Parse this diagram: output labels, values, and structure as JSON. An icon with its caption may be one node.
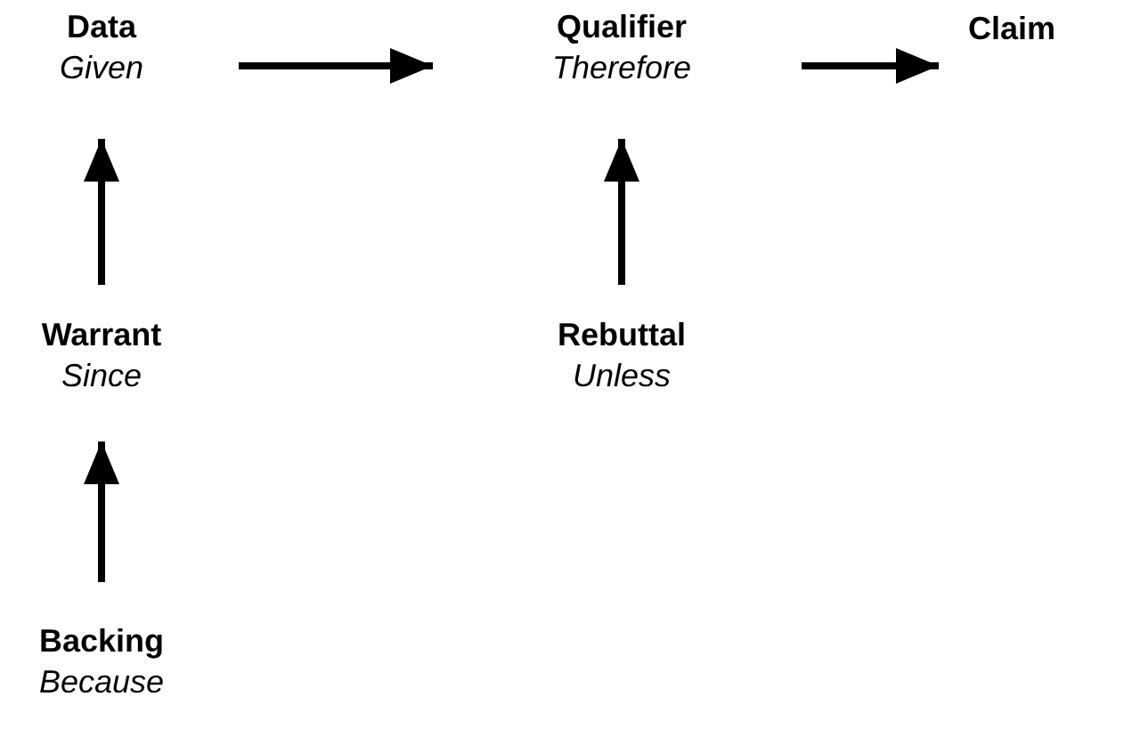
{
  "diagram": {
    "nodes": [
      {
        "text": [
          "Data",
          "Given"
        ]
      },
      {
        "text": [
          "Qualifier",
          "Therefore"
        ]
      },
      {
        "text": [
          "Claim"
        ]
      },
      {
        "text": [
          "Warrant",
          "Since"
        ]
      },
      {
        "text": [
          "Rebuttal",
          "Unless"
        ]
      },
      {
        "text": [
          "Backing",
          "Because"
        ]
      }
    ],
    "edges": [
      {
        "from": 0,
        "to": 1,
        "arrow": "to"
      },
      {
        "from": 1,
        "to": 2,
        "arrow": "to"
      },
      {
        "from": 3,
        "to": 0,
        "arrow": "to"
      },
      {
        "from": 4,
        "to": 1,
        "arrow": "to"
      },
      {
        "from": 5,
        "to": 3,
        "arrow": "to"
      }
    ]
  }
}
